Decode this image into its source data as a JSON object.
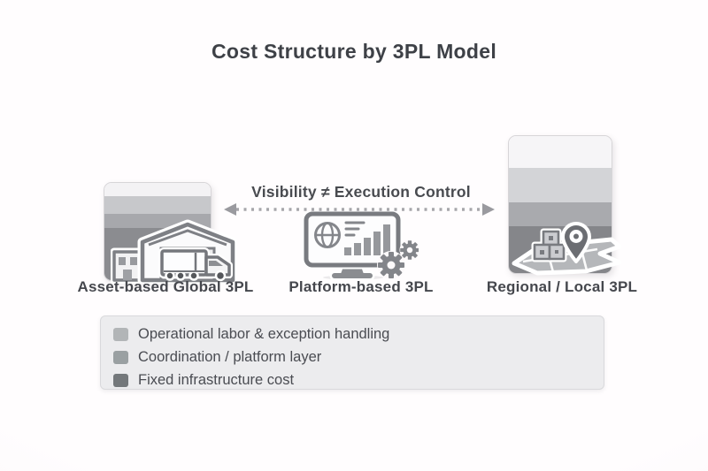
{
  "title": "Cost Structure by 3PL Model",
  "annotation": {
    "text": "Visibility ≠ Execution Control"
  },
  "columns": [
    {
      "label": "Asset-based Global 3PL",
      "icon": "warehouse-truck-icon",
      "segments": [
        {
          "name": "headroom",
          "h": 15,
          "color": "#f3f2f4"
        },
        {
          "name": "operational-labor",
          "h": 21,
          "color": "#c7c8cb"
        },
        {
          "name": "coordination-platform",
          "h": 16,
          "color": "#a7a8ac"
        },
        {
          "name": "fixed-infrastructure",
          "h": 60,
          "color": "#8b8c90"
        }
      ]
    },
    {
      "label": "Platform-based 3PL",
      "icon": "platform-monitor-icon",
      "segments": []
    },
    {
      "label": "Regional / Local 3PL",
      "icon": "map-location-pin-icon",
      "segments": [
        {
          "name": "headroom",
          "h": 36,
          "color": "#f6f5f7"
        },
        {
          "name": "operational-labor",
          "h": 40,
          "color": "#d3d4d7"
        },
        {
          "name": "coordination-platform",
          "h": 27,
          "color": "#a9aaae"
        },
        {
          "name": "fixed-infrastructure",
          "h": 54,
          "color": "#85868a"
        }
      ]
    }
  ],
  "legend": {
    "items": [
      {
        "label": "Operational labor & exception handling",
        "color": "#b2b5b7"
      },
      {
        "label": "Coordination / platform layer",
        "color": "#9aa0a2"
      },
      {
        "label": "Fixed infrastructure cost",
        "color": "#74787b"
      }
    ]
  }
}
